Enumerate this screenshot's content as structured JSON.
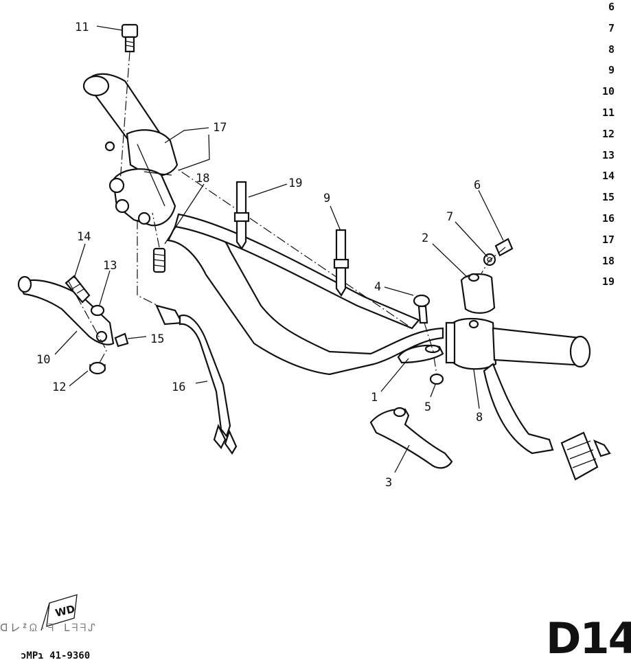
{
  "callouts": [
    "1",
    "2",
    "3",
    "4",
    "5",
    "6",
    "7",
    "8",
    "9",
    "10",
    "11",
    "12",
    "13",
    "14",
    "15",
    "16",
    "17",
    "18",
    "19"
  ],
  "index_numbers": [
    "6",
    "7",
    "8",
    "9",
    "10",
    "11",
    "12",
    "13",
    "14",
    "15",
    "16",
    "17",
    "18",
    "19"
  ],
  "sheet_code": "D14",
  "catalog_number": "ɔMPɿ 41-9360",
  "brand_mark": "ᗡ㆑ᙇᙉ-ᖷ ᒪᖷᖷᔑ",
  "logo_text": "WD"
}
